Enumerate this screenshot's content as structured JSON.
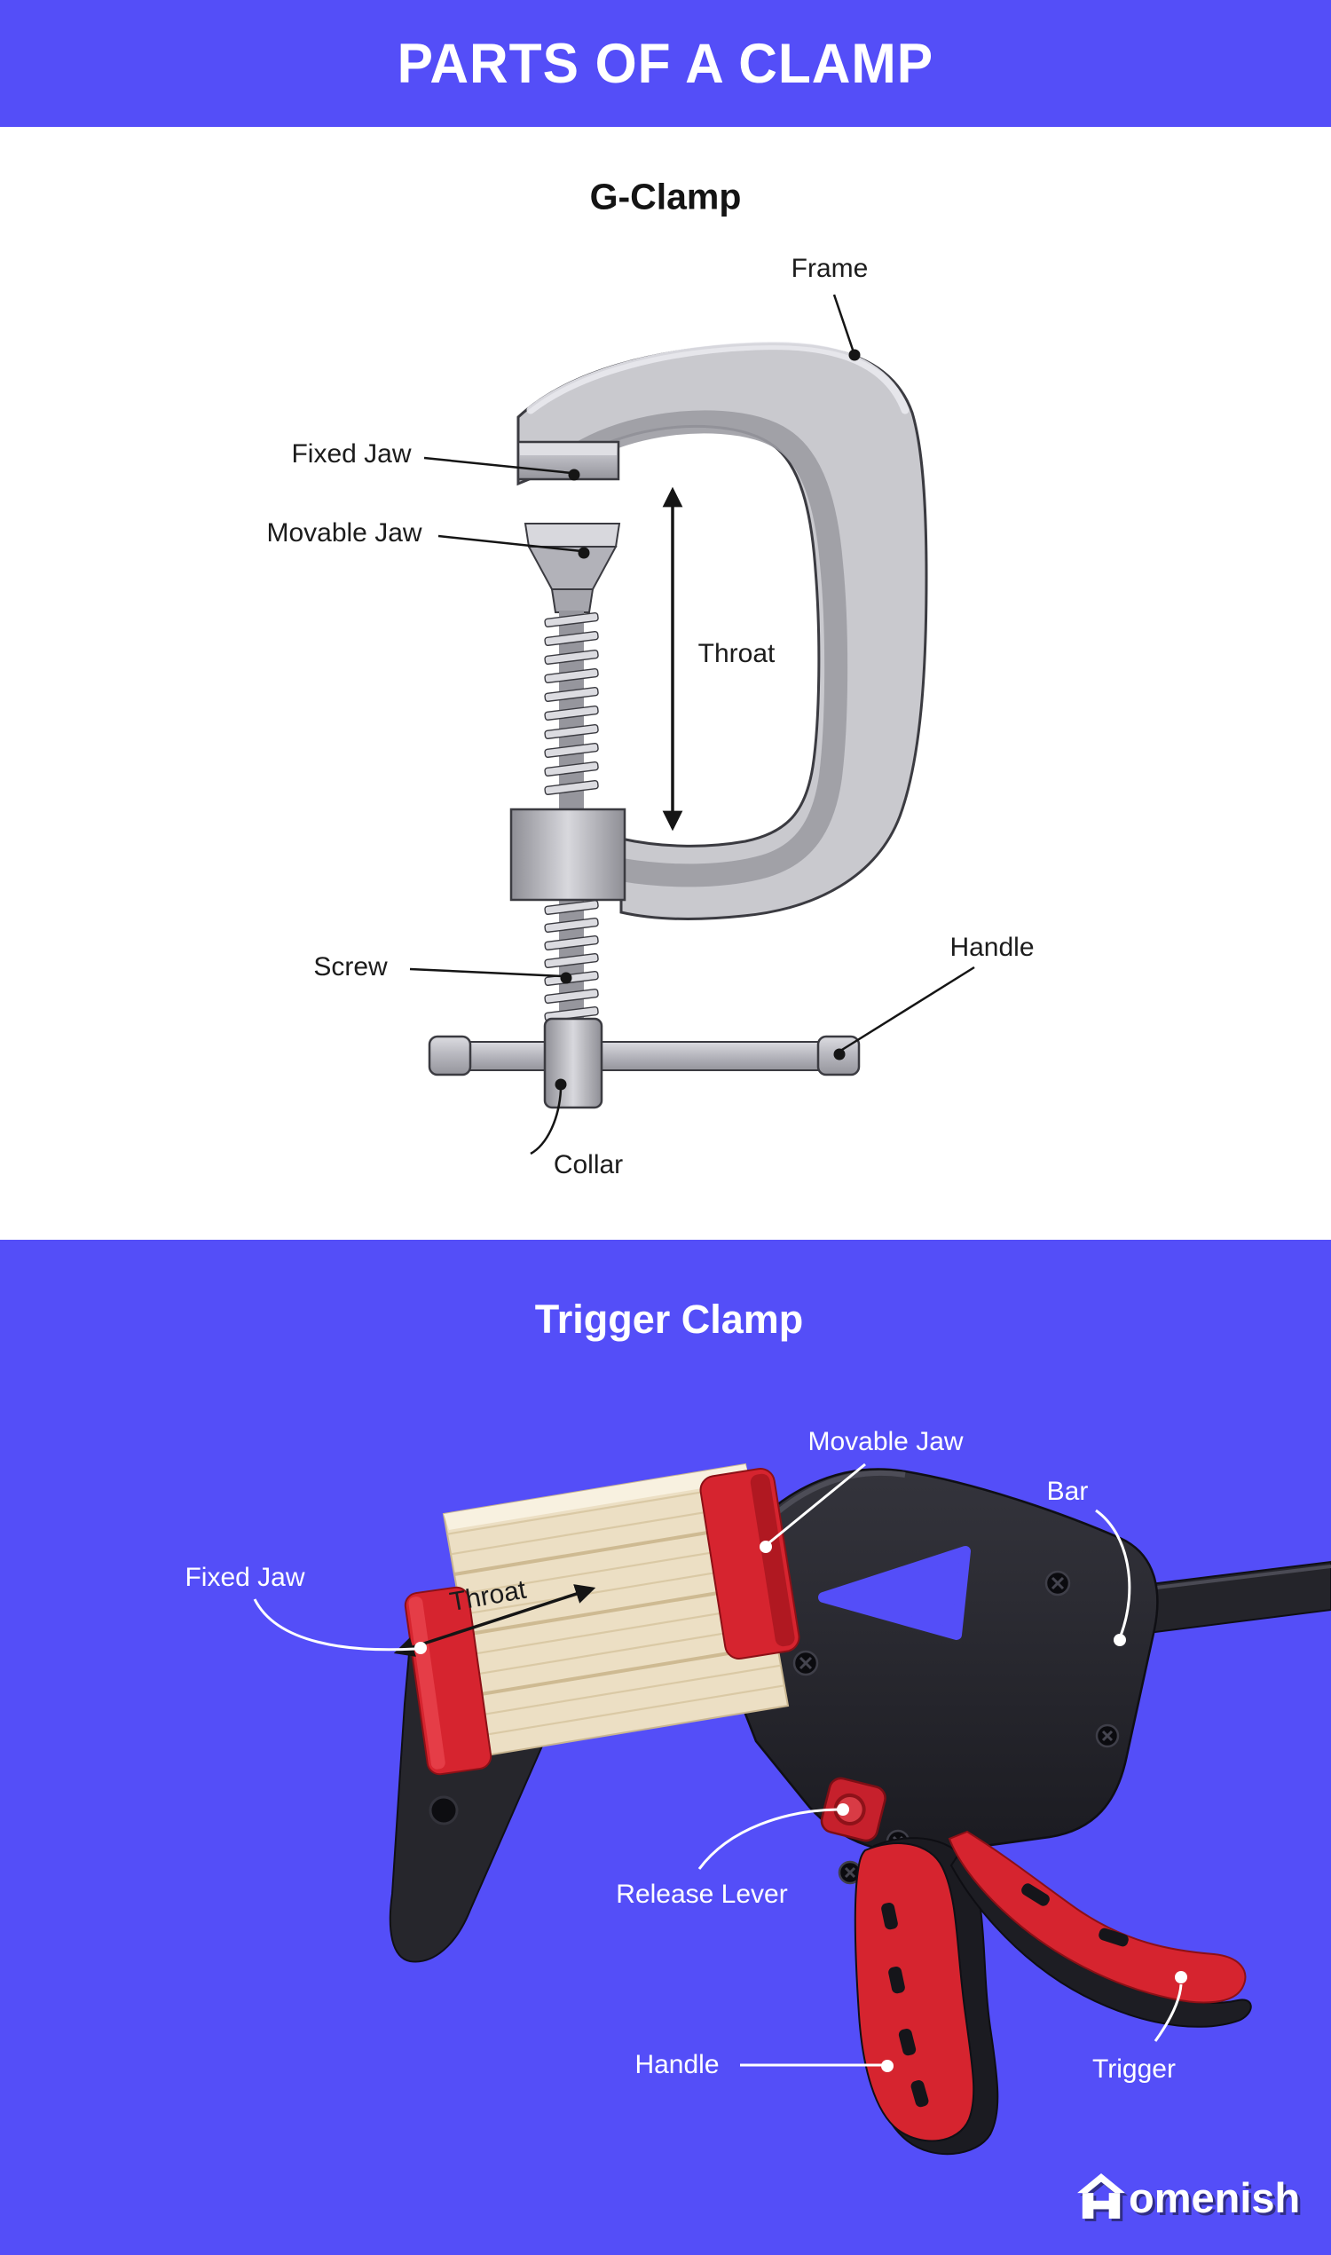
{
  "header": {
    "title": "PARTS OF A CLAMP"
  },
  "g_clamp": {
    "title": "G-Clamp",
    "labels": {
      "frame": "Frame",
      "fixed_jaw": "Fixed Jaw",
      "movable_jaw": "Movable Jaw",
      "throat": "Throat",
      "screw": "Screw",
      "handle": "Handle",
      "collar": "Collar"
    }
  },
  "trigger_clamp": {
    "title": "Trigger Clamp",
    "labels": {
      "movable_jaw": "Movable Jaw",
      "bar": "Bar",
      "fixed_jaw": "Fixed Jaw",
      "throat": "Throat",
      "release_lever": "Release Lever",
      "handle": "Handle",
      "trigger": "Trigger"
    }
  },
  "logo": {
    "brand": "Homenish",
    "display_suffix": "omenish"
  },
  "colors": {
    "purple": "#544ef8",
    "label_dark": "#1c1c1c",
    "label_light": "#ffffff",
    "steel_light": "#c9c9ce",
    "steel_dark": "#8e8e95",
    "outline": "#3b3b41",
    "red": "#d6242f",
    "body_dark": "#26262c",
    "wood": "#ecdfc4"
  }
}
